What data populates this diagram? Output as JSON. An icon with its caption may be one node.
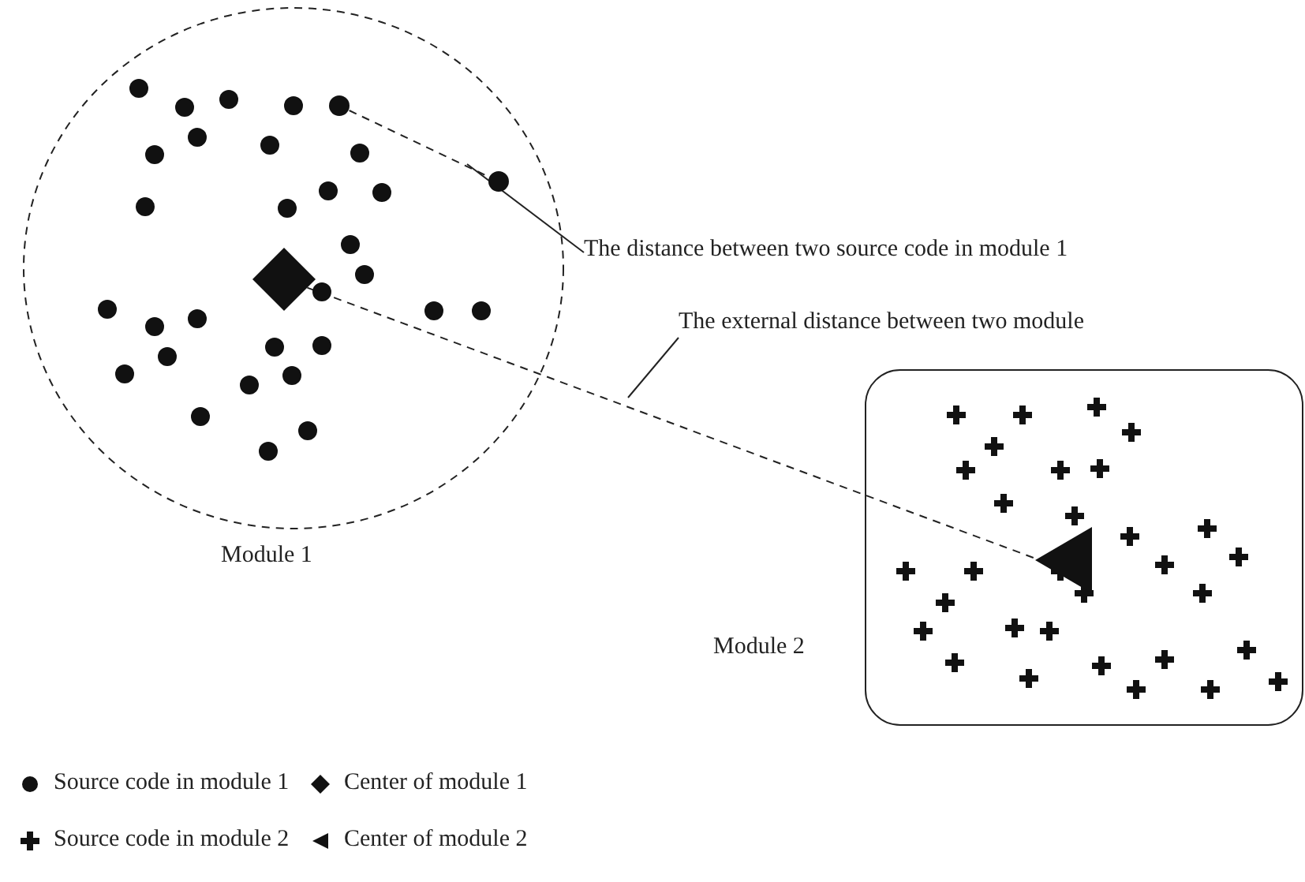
{
  "diagram": {
    "nodes": [
      {
        "text": [
          "Module 1"
        ]
      },
      {
        "text": [],
        "shape": "circle",
        "in": 0
      },
      {
        "text": [],
        "shape": "circle",
        "in": 0
      },
      {
        "text": [],
        "shape": "diamond",
        "in": 0
      },
      {
        "text": [
          "Module 2"
        ]
      },
      {
        "text": [],
        "shape": "triangle",
        "in": 4
      },
      {
        "text": [
          "The distance between two source code in module 1"
        ]
      },
      {
        "text": [
          "The external distance between two module"
        ]
      }
    ],
    "edges": [
      {
        "from": 1,
        "to": 2,
        "arrow": "none",
        "style": "dashed"
      },
      {
        "from": 3,
        "to": 5,
        "arrow": "none",
        "style": "dashed"
      },
      {
        "from": 6,
        "to": null,
        "arrow": "none"
      },
      {
        "from": 7,
        "to": null,
        "arrow": "none"
      }
    ],
    "legend": [
      {
        "text": "Source code in module 1"
      },
      {
        "text": "Center of module 1"
      },
      {
        "text": "Source code in module 2"
      },
      {
        "text": "Center of module 2"
      }
    ]
  }
}
